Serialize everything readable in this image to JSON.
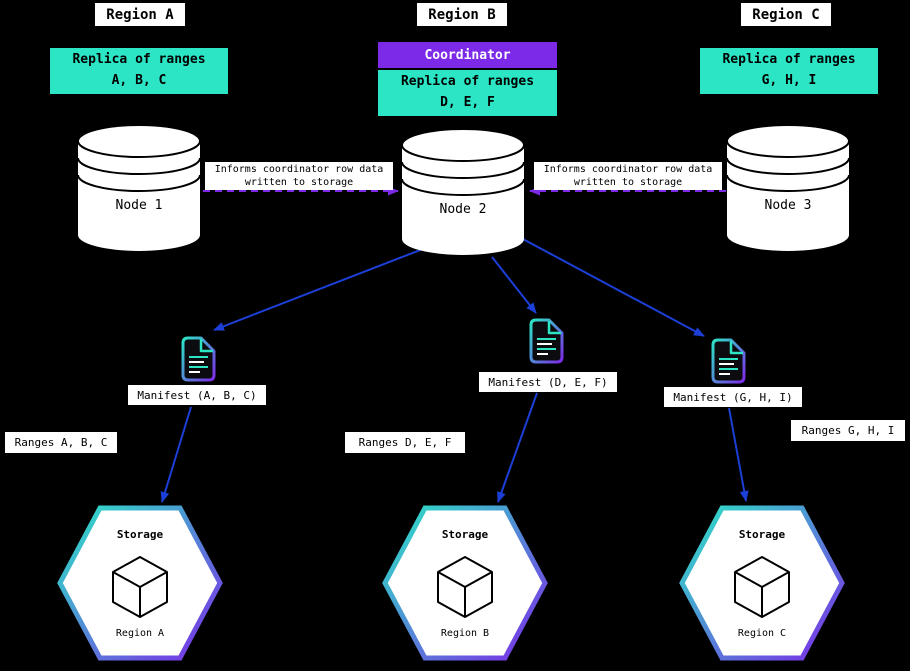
{
  "colors": {
    "background": "#000000",
    "teal": "#2be5c5",
    "purple": "#7d2ae8",
    "arrow_blue": "#1c3fd8",
    "label_bg": "#ffffff",
    "text": "#000000"
  },
  "coordinator": {
    "label": "Coordinator"
  },
  "inform": {
    "line1": "Informs coordinator row data",
    "line2": "written to storage"
  },
  "regions": [
    {
      "title": "Region A",
      "replica_line1": "Replica of ranges",
      "replica_line2": "A, B, C",
      "node_label": "Node 1",
      "manifest_label": "Manifest (A, B, C)",
      "ranges_label": "Ranges A, B, C",
      "storage_title": "Storage",
      "storage_region": "Region A"
    },
    {
      "title": "Region B",
      "replica_line1": "Replica of ranges",
      "replica_line2": "D, E, F",
      "node_label": "Node 2",
      "manifest_label": "Manifest (D, E, F)",
      "ranges_label": "Ranges D, E, F",
      "storage_title": "Storage",
      "storage_region": "Region B"
    },
    {
      "title": "Region C",
      "replica_line1": "Replica of ranges",
      "replica_line2": "G, H, I",
      "node_label": "Node 3",
      "manifest_label": "Manifest (G, H, I)",
      "ranges_label": "Ranges G, H, I",
      "storage_title": "Storage",
      "storage_region": "Region C"
    }
  ]
}
